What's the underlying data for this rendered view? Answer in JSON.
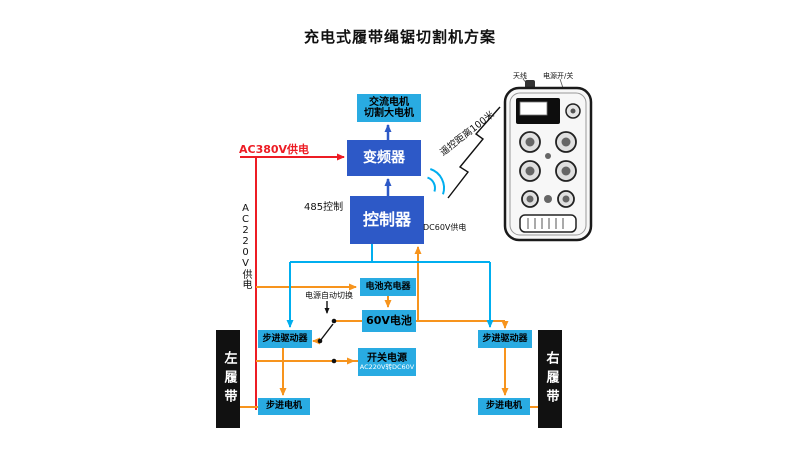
{
  "title": "充电式履带绳锯切割机方案",
  "colors": {
    "blue-box": "#2d59c7",
    "cyan-box": "#29abe2",
    "black-box": "#111111",
    "red-line": "#ed1c24",
    "orange-line": "#f7941d",
    "cyan-line": "#00aeef"
  },
  "boxes": {
    "ac_motor": {
      "line1": "交流电机",
      "line2": "切割大电机"
    },
    "inverter": {
      "label": "变频器"
    },
    "controller": {
      "label": "控制器"
    },
    "charger": {
      "label": "电池充电器"
    },
    "battery": {
      "label": "60V电池"
    },
    "psu": {
      "line1": "开关电源",
      "line2": "AC220V转DC60V"
    },
    "driver_left": {
      "label": "步进驱动器"
    },
    "driver_right": {
      "label": "步进驱动器"
    },
    "motor_left": {
      "label": "步进电机"
    },
    "motor_right": {
      "label": "步进电机"
    },
    "track_left": {
      "label": "左履带"
    },
    "track_right": {
      "label": "右履带"
    }
  },
  "labels": {
    "ac380": "AC380V供电",
    "ac220": "AC220V供电",
    "ctrl485": "485控制",
    "dc60": "DC60V供电",
    "auto_switch": "电源自动切换",
    "remote_distance": "遥控距离100米",
    "antenna": "天线",
    "power_switch": "电源开/关"
  }
}
